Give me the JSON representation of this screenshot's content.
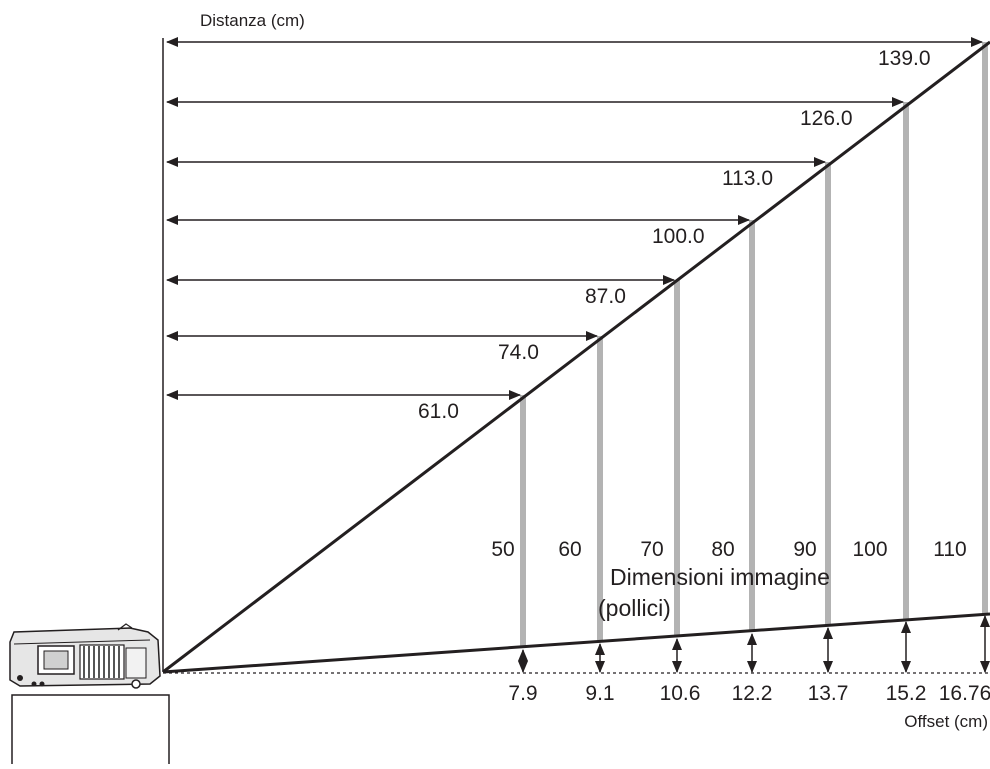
{
  "labels": {
    "distance_axis": "Distanza (cm)",
    "image_size_title_line1": "Dimensioni immagine",
    "image_size_title_line2": "(pollici)",
    "offset_axis": "Offset (cm)"
  },
  "rows": [
    {
      "size": "50",
      "distance": "61.0",
      "offset": "7.9"
    },
    {
      "size": "60",
      "distance": "74.0",
      "offset": "9.1"
    },
    {
      "size": "70",
      "distance": "87.0",
      "offset": "10.6"
    },
    {
      "size": "80",
      "distance": "100.0",
      "offset": "12.2"
    },
    {
      "size": "90",
      "distance": "113.0",
      "offset": "13.7"
    },
    {
      "size": "100",
      "distance": "126.0",
      "offset": "15.2"
    },
    {
      "size": "110",
      "distance": "139.0",
      "offset": "16.76"
    }
  ],
  "colors": {
    "line": "#231f20",
    "bar": "#b3b3b3",
    "projector_body": "#e6e6e6",
    "projector_vent": "#555555"
  },
  "icons": {
    "projector": "projector-icon",
    "stand": "table-stand"
  }
}
